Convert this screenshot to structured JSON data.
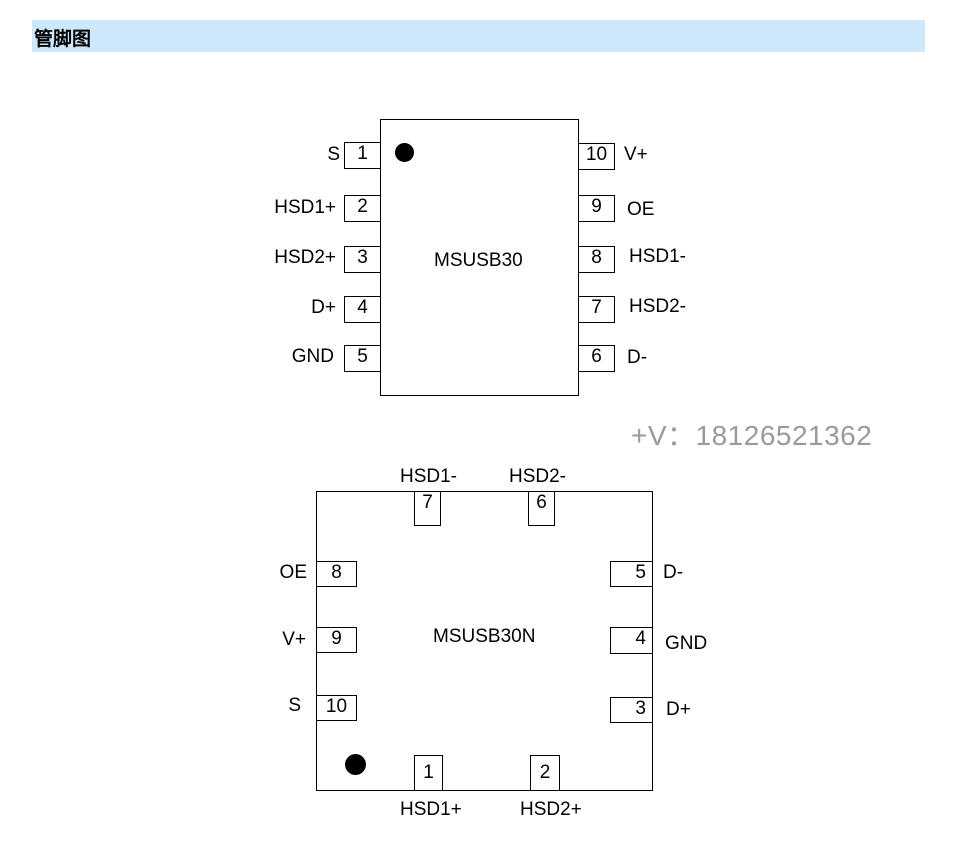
{
  "header": {
    "title": "管脚图"
  },
  "chip1": {
    "part_name": "MSUSB30",
    "pins": [
      {
        "num": "1",
        "label": "S"
      },
      {
        "num": "2",
        "label": "HSD1+"
      },
      {
        "num": "3",
        "label": "HSD2+"
      },
      {
        "num": "4",
        "label": "D+"
      },
      {
        "num": "5",
        "label": "GND"
      },
      {
        "num": "6",
        "label": "D-"
      },
      {
        "num": "7",
        "label": "HSD2-"
      },
      {
        "num": "8",
        "label": "HSD1-"
      },
      {
        "num": "9",
        "label": "OE"
      },
      {
        "num": "10",
        "label": "V+"
      }
    ]
  },
  "chip2": {
    "part_name": "MSUSB30N",
    "pins": [
      {
        "num": "1",
        "label": "HSD1+"
      },
      {
        "num": "2",
        "label": "HSD2+"
      },
      {
        "num": "3",
        "label": "D+"
      },
      {
        "num": "4",
        "label": "GND"
      },
      {
        "num": "5",
        "label": "D-"
      },
      {
        "num": "6",
        "label": "HSD2-"
      },
      {
        "num": "7",
        "label": "HSD1-"
      },
      {
        "num": "8",
        "label": "OE"
      },
      {
        "num": "9",
        "label": "V+"
      },
      {
        "num": "10",
        "label": "S"
      }
    ]
  },
  "watermark": {
    "text": "+V：18126521362"
  }
}
